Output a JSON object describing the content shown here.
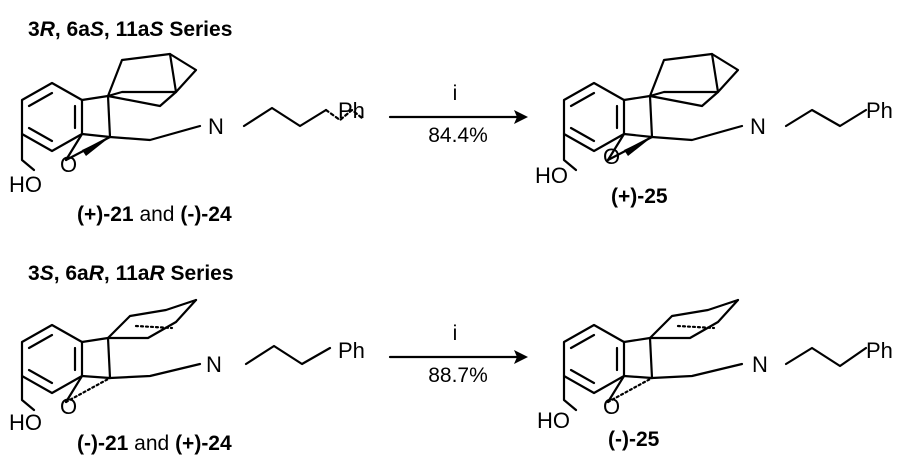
{
  "series_top": {
    "prefix": "3",
    "c1": "R",
    "mid1": ", 6a",
    "c2": "S",
    "mid2": ", 11a",
    "c3": "S",
    "suffix": " Series"
  },
  "series_bottom": {
    "prefix": "3",
    "c1": "S",
    "mid1": ", 6a",
    "c2": "R",
    "mid2": ", 11a",
    "c3": "R",
    "suffix": " Series"
  },
  "reaction_top": {
    "reagent": "i",
    "yield": "84.4%",
    "sm_label_a": "(+)-21",
    "sm_joiner": " and ",
    "sm_label_b": "(-)-24",
    "product_label": "(+)-25"
  },
  "reaction_bottom": {
    "reagent": "i",
    "yield": "88.7%",
    "sm_label_a": "(-)-21",
    "sm_joiner": " and ",
    "sm_label_b": "(+)-24",
    "product_label": "(-)-25"
  },
  "atoms": {
    "hydroxyl": "HO",
    "oxygen": "O",
    "nitrogen": "N",
    "phenyl": "Ph"
  }
}
